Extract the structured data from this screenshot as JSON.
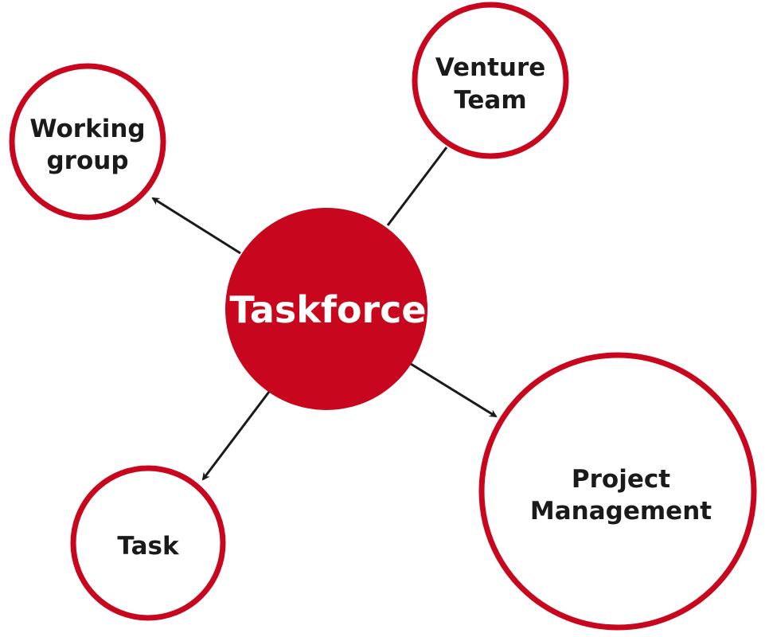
{
  "colors": {
    "accent": "#c8071e",
    "line": "#1a1a1a",
    "text": "#1a1a1a",
    "center_text": "#ffffff"
  },
  "center": {
    "label": "Taskforce"
  },
  "nodes": {
    "working_group": {
      "line1": "Working",
      "line2": "group"
    },
    "venture_team": {
      "line1": "Venture",
      "line2": "Team"
    },
    "task": {
      "label": "Task"
    },
    "project_management": {
      "line1": "Project",
      "line2": "Management"
    }
  }
}
